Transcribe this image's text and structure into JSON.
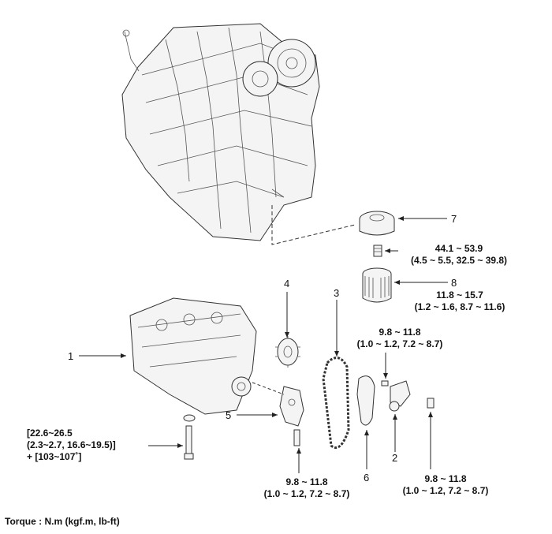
{
  "callouts": {
    "p1": "1",
    "p2": "2",
    "p3": "3",
    "p4": "4",
    "p5": "5",
    "p6": "6",
    "p7": "7",
    "p8": "8"
  },
  "torque": {
    "t_plug_1": "44.1 ~ 53.9",
    "t_plug_2": "(4.5 ~ 5.5, 32.5 ~ 39.8)",
    "t_filter_1": "11.8 ~ 15.7",
    "t_filter_2": "(1.2 ~ 1.6, 8.7 ~ 11.6)",
    "t_tens_1": "9.8 ~ 11.8",
    "t_tens_2": "(1.0 ~ 1.2, 7.2 ~ 8.7)",
    "t_guide_1": "9.8 ~ 11.8",
    "t_guide_2": "(1.0 ~ 1.2, 7.2 ~ 8.7)",
    "t_bolt2_1": "9.8 ~ 11.8",
    "t_bolt2_2": "(1.0 ~ 1.2, 7.2 ~ 8.7)",
    "t_bal_1": "[22.6~26.5",
    "t_bal_2": "(2.3~2.7, 16.6~19.5)]",
    "t_bal_3": "+ [103~107˚]"
  },
  "footer": "Torque : N.m (kgf.m, lb-ft)"
}
